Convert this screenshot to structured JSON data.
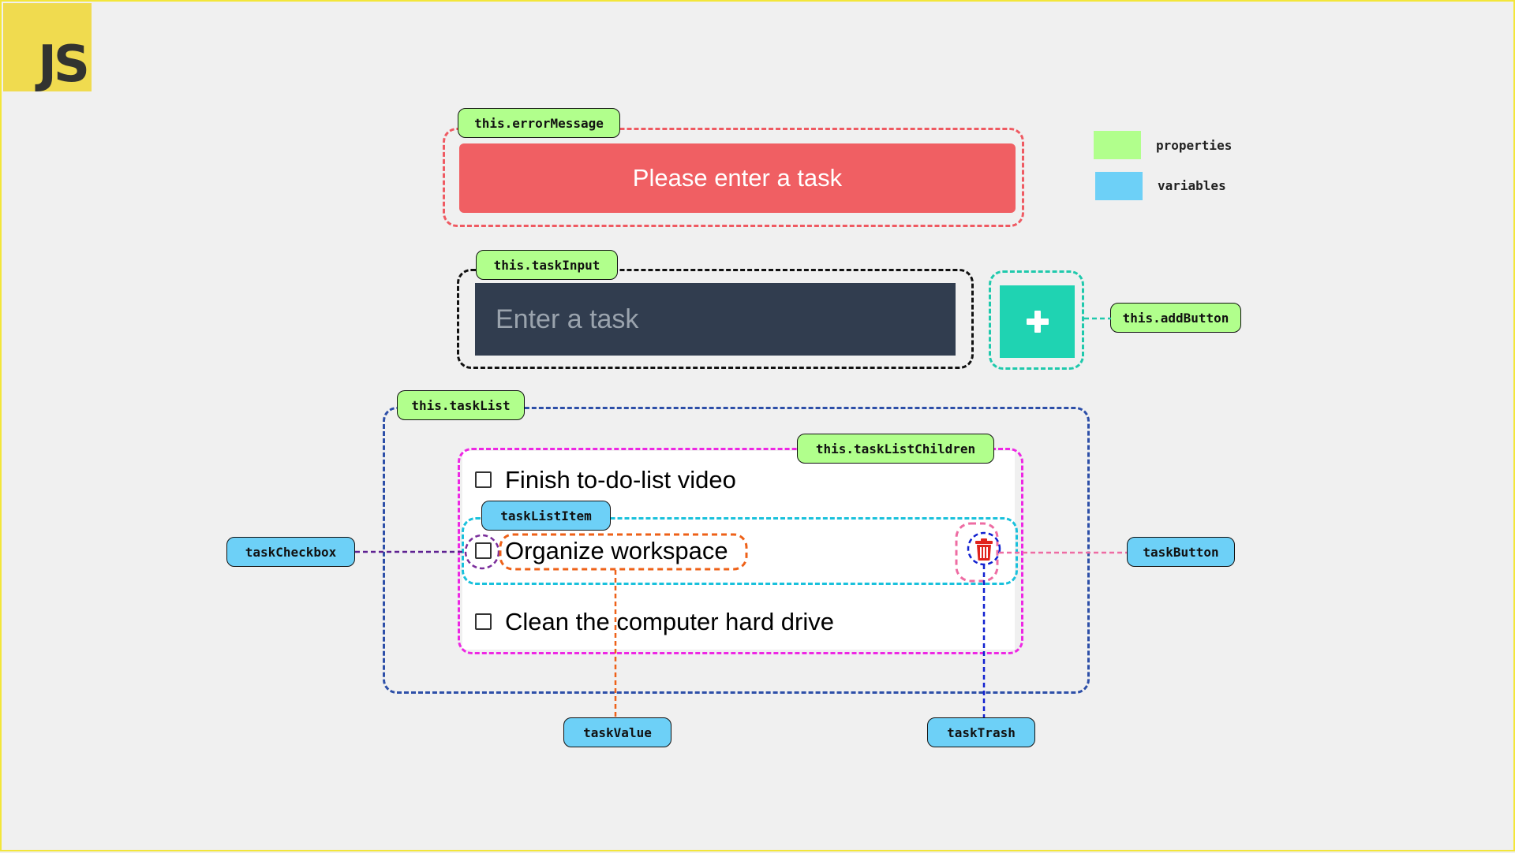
{
  "logo": {
    "text": "JS"
  },
  "colors": {
    "property_tag": "#b1ff8c",
    "variable_tag": "#6dd0f7",
    "error_bg": "#f05f63",
    "input_bg": "#313d4f",
    "add_button_bg": "#1fd3b2",
    "trash_red": "#e0221b"
  },
  "legend": {
    "properties_label": "properties",
    "variables_label": "variables"
  },
  "labels": {
    "error_message": "this.errorMessage",
    "task_input": "this.taskInput",
    "add_button": "this.addButton",
    "task_list": "this.taskList",
    "task_list_children": "this.taskListChildren",
    "task_list_item": "taskListItem",
    "task_checkbox": "taskCheckbox",
    "task_button": "taskButton",
    "task_value": "taskValue",
    "task_trash": "taskTrash"
  },
  "error_message": {
    "text": "Please enter a task"
  },
  "task_input": {
    "placeholder": "Enter a task",
    "value": ""
  },
  "add_button": {
    "icon": "plus-icon"
  },
  "tasks": [
    {
      "text": "Finish to-do-list video",
      "checked": false
    },
    {
      "text": "Organize workspace",
      "checked": false,
      "has_trash": true,
      "trash_icon": "trash-icon"
    },
    {
      "text": "Clean the computer hard drive",
      "checked": false
    }
  ]
}
